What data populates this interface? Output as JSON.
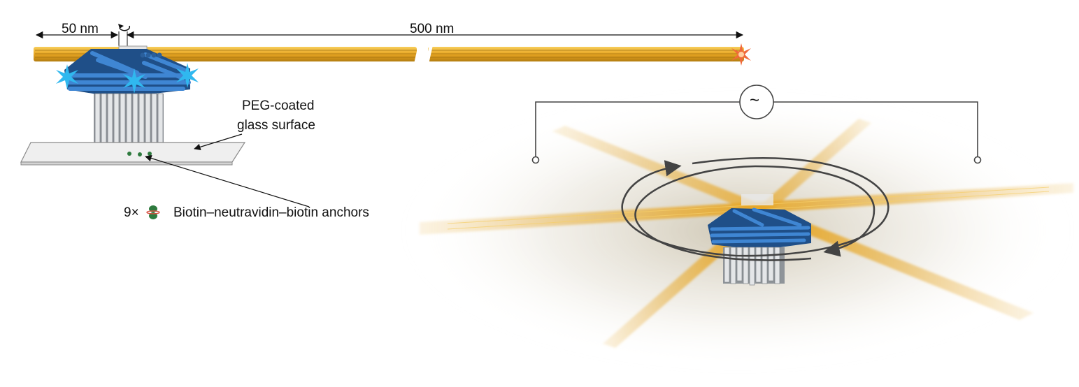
{
  "labels": {
    "width_short": "50 nm",
    "width_long": "500 nm",
    "surface_line1": "PEG-coated",
    "surface_line2": "glass surface",
    "anchor_count": "9×",
    "anchor_text": "Biotin–neutravidin–biotin anchors",
    "ac_source": "~"
  },
  "colors": {
    "arm_gold": "#e8a623",
    "platform_blue": "#2f6db3",
    "pillar_gray": "#c9ccd0",
    "star_cyan": "#30b8ef",
    "star_orange": "#f06a3a",
    "anchor_green": "#2e7a3e",
    "circuit": "#444444"
  },
  "icons": [
    "rotation-arrow-icon",
    "fluorescent-star-icon",
    "anchor-icon",
    "ac-source-icon"
  ]
}
